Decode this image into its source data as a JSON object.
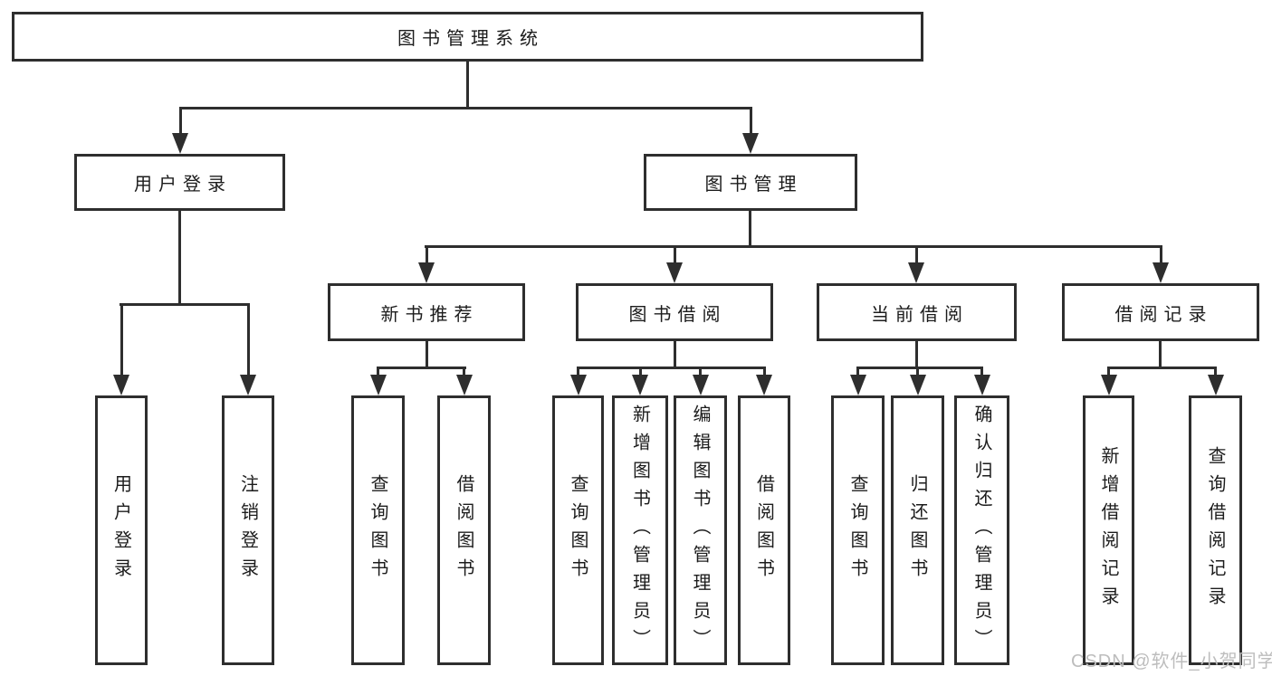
{
  "tree": {
    "label": "图书管理系统",
    "children": [
      {
        "label": "用户登录",
        "children": [
          {
            "label": "用户登录"
          },
          {
            "label": "注销登录"
          }
        ]
      },
      {
        "label": "图书管理",
        "children": [
          {
            "label": "新书推荐",
            "children": [
              {
                "label": "查询图书"
              },
              {
                "label": "借阅图书"
              }
            ]
          },
          {
            "label": "图书借阅",
            "children": [
              {
                "label": "查询图书"
              },
              {
                "label": "新增图书（管理员）"
              },
              {
                "label": "编辑图书（管理员）"
              },
              {
                "label": "借阅图书"
              }
            ]
          },
          {
            "label": "当前借阅",
            "children": [
              {
                "label": "查询图书"
              },
              {
                "label": "归还图书"
              },
              {
                "label": "确认归还（管理员）"
              }
            ]
          },
          {
            "label": "借阅记录",
            "children": [
              {
                "label": "新增借阅记录"
              },
              {
                "label": "查询借阅记录"
              }
            ]
          }
        ]
      }
    ]
  },
  "watermark": {
    "text": "CSDN @软件_小贺同学"
  },
  "colors": {
    "line": "#2e2e2e",
    "text": "#1c1c1c",
    "background": "#ffffff",
    "watermark": "#bdbdbd"
  }
}
